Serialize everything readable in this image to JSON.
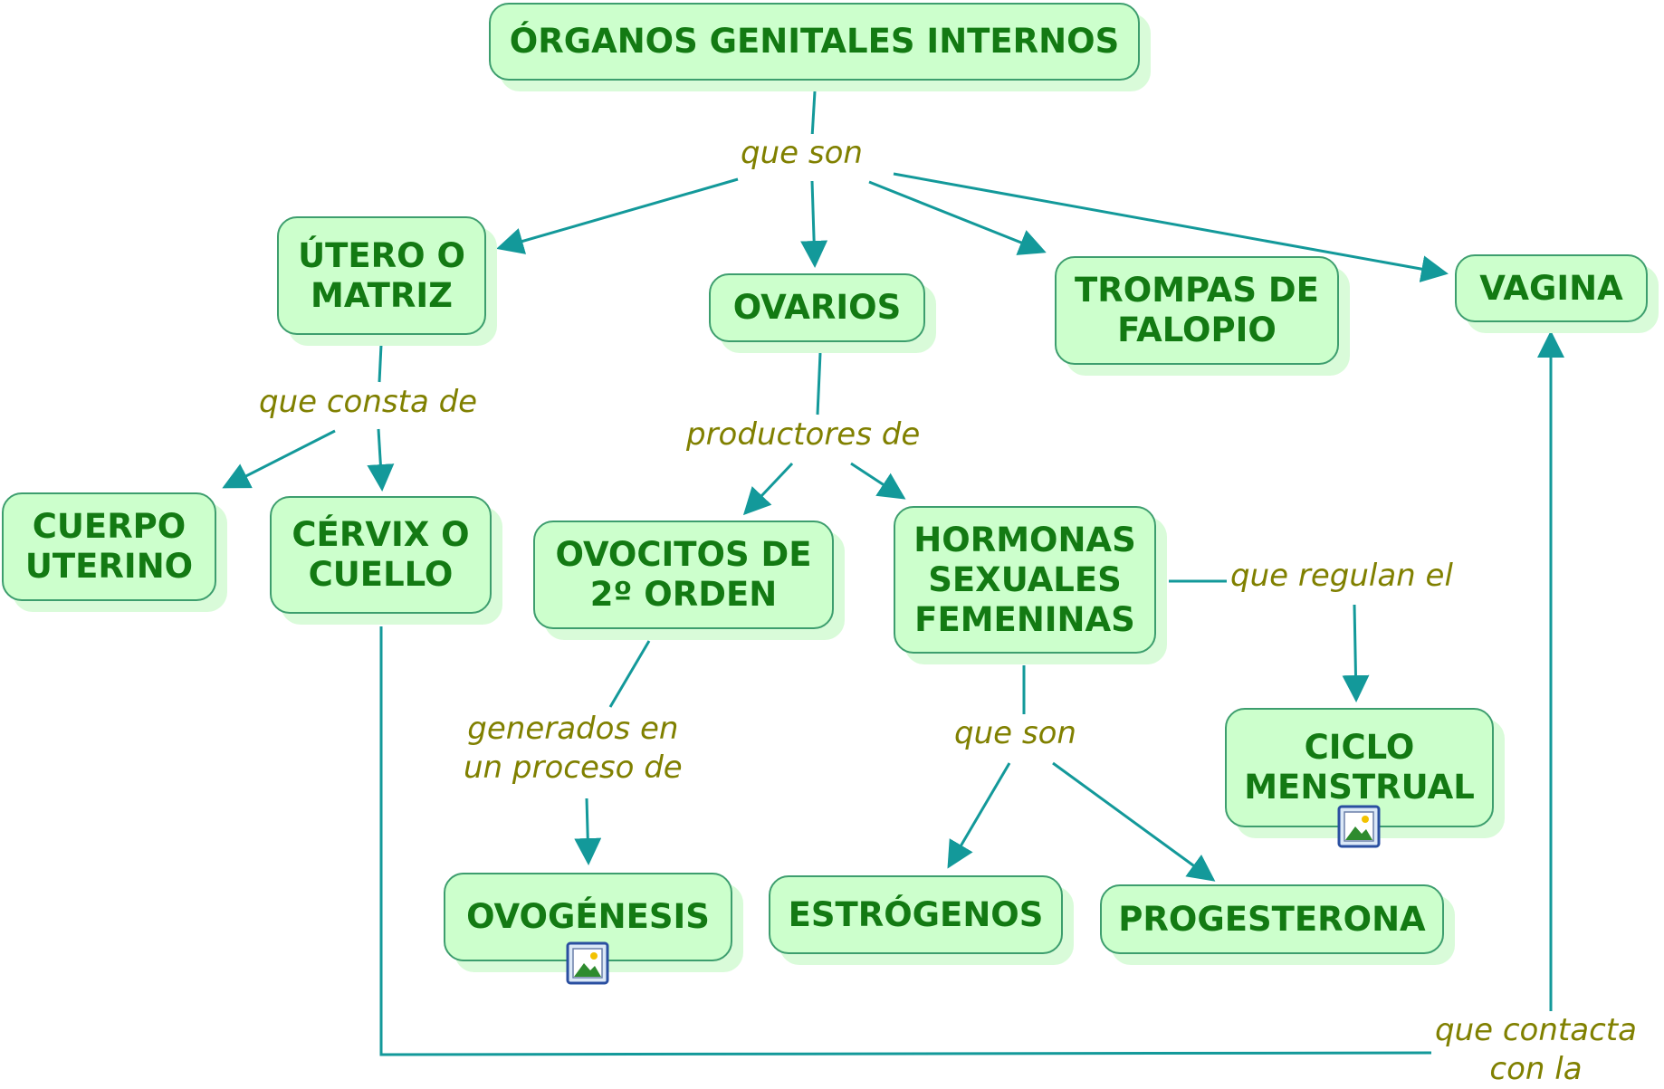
{
  "concepts": {
    "organos": "ÓRGANOS GENITALES INTERNOS",
    "utero": "ÚTERO O\nMATRIZ",
    "ovarios": "OVARIOS",
    "trompas": "TROMPAS DE\nFALOPIO",
    "vagina": "VAGINA",
    "cuerpo": "CUERPO\nUTERINO",
    "cervix": "CÉRVIX O\nCUELLO",
    "ovocitos": "OVOCITOS DE\n2º ORDEN",
    "hormonas": "HORMONAS\nSEXUALES\nFEMENINAS",
    "ciclo": "CICLO\nMENSTRUAL",
    "ovogenesis": "OVOGÉNESIS",
    "estrogenos": "ESTRÓGENOS",
    "progesterona": "PROGESTERONA"
  },
  "linking_phrases": {
    "que_son_1": "que son",
    "que_consta_de": "que consta de",
    "productores_de": "productores de",
    "generados": "generados en\nun proceso de",
    "que_son_2": "que son",
    "que_regulan_el": "que regulan el",
    "que_contacta": "que contacta\ncon la"
  },
  "icons": {
    "ovogenesis_attachment": "image-attachment-icon",
    "ciclo_attachment": "image-attachment-icon"
  },
  "colors": {
    "node_fill": "#ccffcc",
    "node_border": "#3d9e6e",
    "node_text": "#137a13",
    "link_text": "#808000",
    "arrow": "#13999a"
  }
}
